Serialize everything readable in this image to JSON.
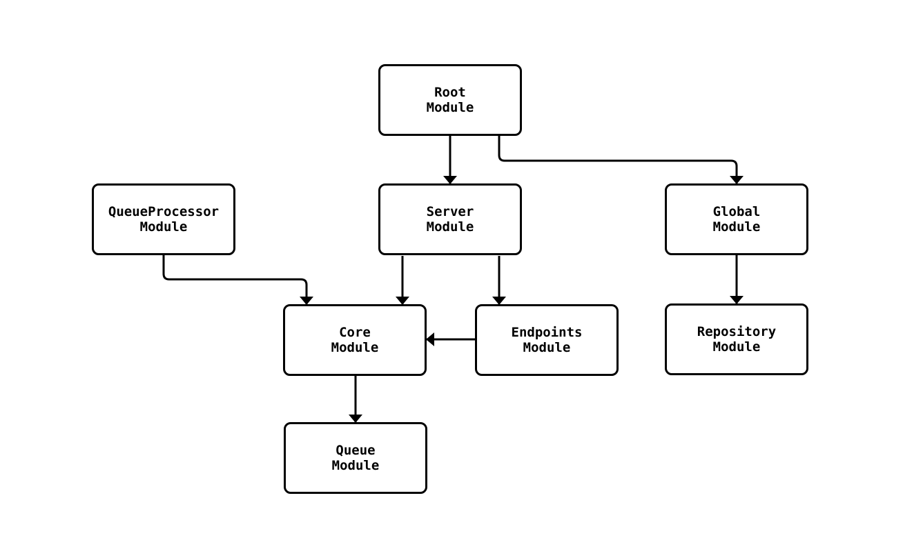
{
  "diagram": {
    "type": "flowchart",
    "direction": "top-down",
    "colors": {
      "background": "#ffffff",
      "node_fill": "#ffffff",
      "node_border": "#000000",
      "edge": "#000000",
      "text": "#000000"
    },
    "nodes": [
      {
        "id": "root",
        "label": "Root\nModule"
      },
      {
        "id": "queueprocessor",
        "label": "QueueProcessor\nModule"
      },
      {
        "id": "server",
        "label": "Server\nModule"
      },
      {
        "id": "global",
        "label": "Global\nModule"
      },
      {
        "id": "core",
        "label": "Core\nModule"
      },
      {
        "id": "endpoints",
        "label": "Endpoints\nModule"
      },
      {
        "id": "repository",
        "label": "Repository\nModule"
      },
      {
        "id": "queue",
        "label": "Queue\nModule"
      }
    ],
    "edges": [
      {
        "from": "root",
        "to": "server"
      },
      {
        "from": "root",
        "to": "global"
      },
      {
        "from": "queueprocessor",
        "to": "core"
      },
      {
        "from": "server",
        "to": "core"
      },
      {
        "from": "server",
        "to": "endpoints"
      },
      {
        "from": "endpoints",
        "to": "core"
      },
      {
        "from": "global",
        "to": "repository"
      },
      {
        "from": "core",
        "to": "queue"
      }
    ]
  }
}
